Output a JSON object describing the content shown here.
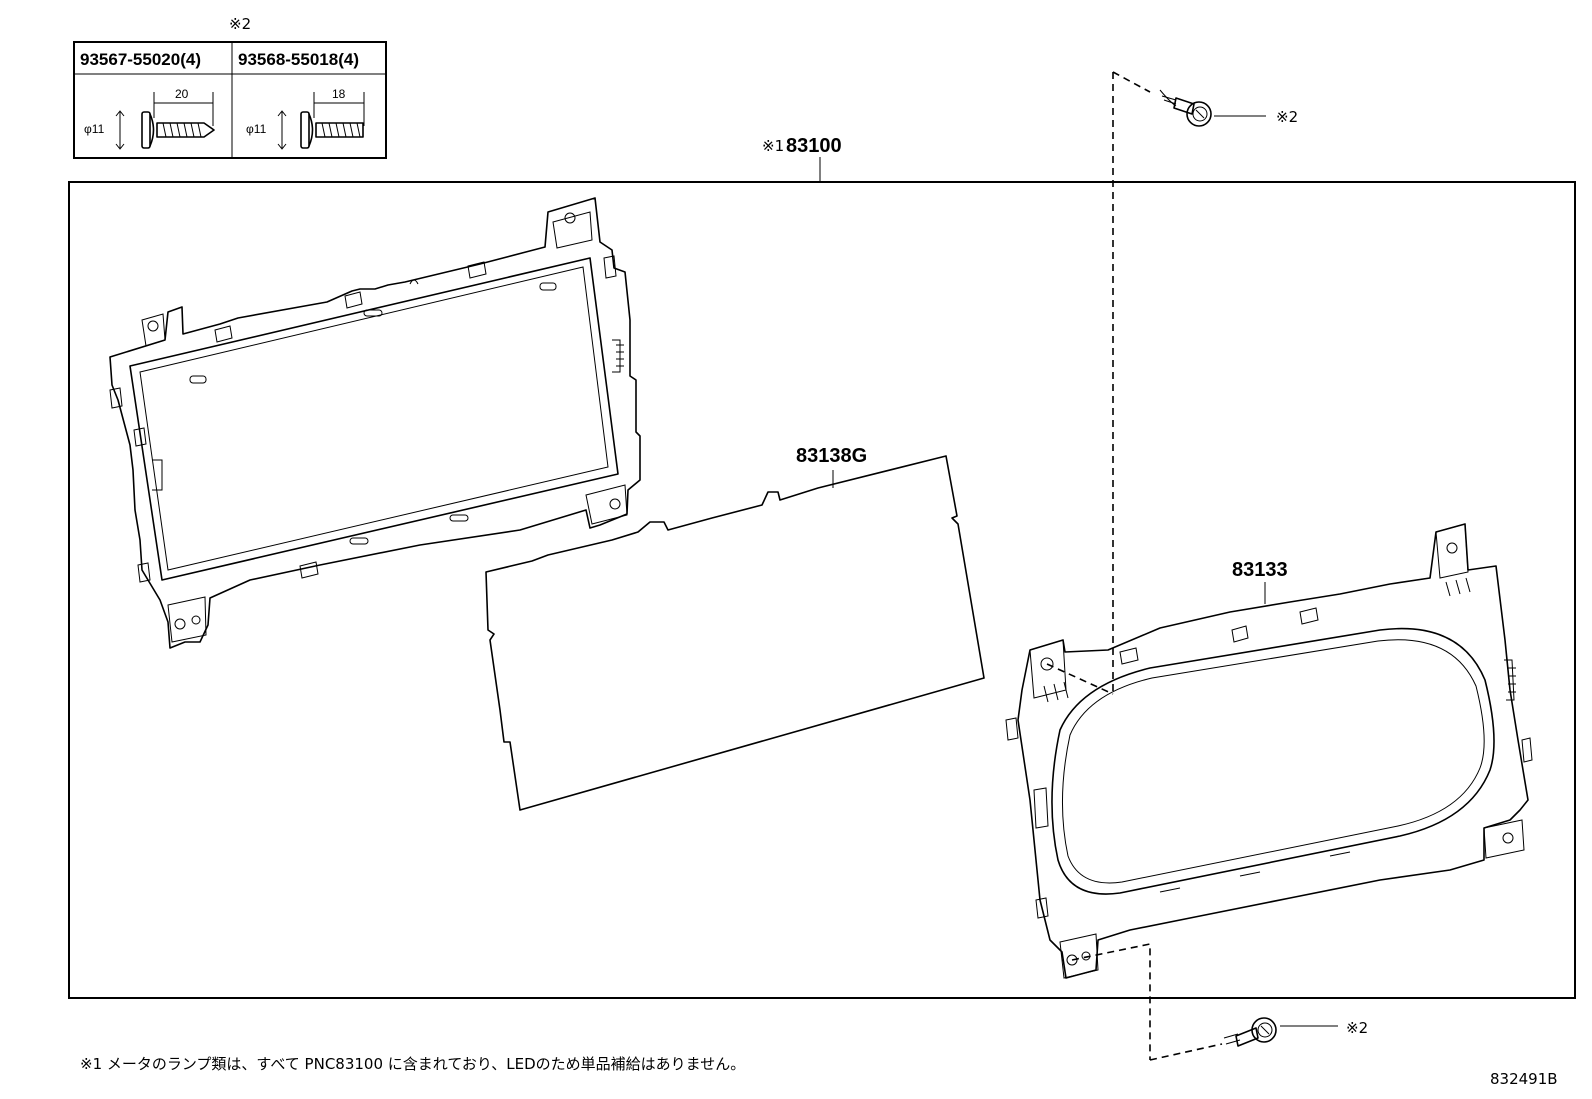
{
  "fastener_table": {
    "note_mark": "※2",
    "columns": [
      {
        "part_no": "93567-55020(4)",
        "length": "20",
        "diameter": "φ11"
      },
      {
        "part_no": "93568-55018(4)",
        "length": "18",
        "diameter": "φ11"
      }
    ]
  },
  "assembly": {
    "label_mark": "※1",
    "label_no": "83100"
  },
  "parts": [
    {
      "id": "83138G",
      "label": "83138G"
    },
    {
      "id": "83133",
      "label": "83133"
    }
  ],
  "screw_callouts": [
    {
      "label": "※2"
    },
    {
      "label": "※2"
    }
  ],
  "footnote": "※1 メータのランプ類は、すべて PNC83100 に含まれており、LEDのため単品補給はありません。",
  "diagram_code": "832491B",
  "colors": {
    "ink": "#000000",
    "paper": "#ffffff"
  }
}
